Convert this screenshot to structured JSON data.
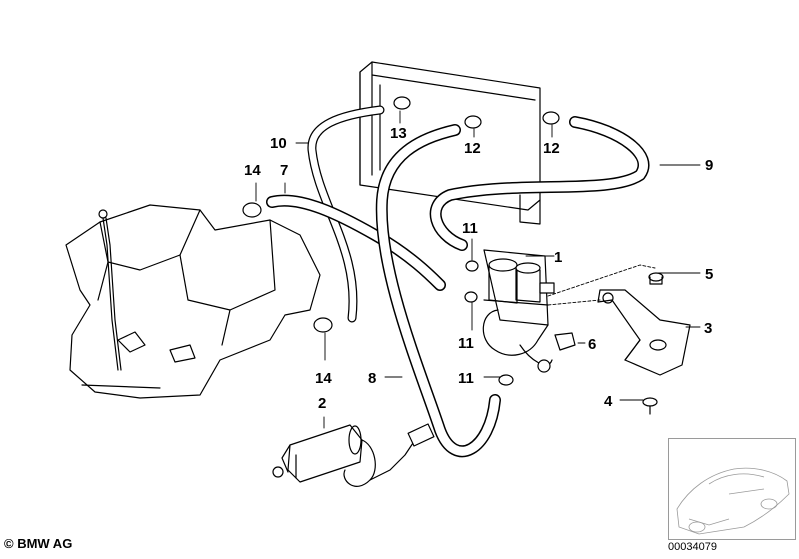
{
  "callouts": {
    "c1": "1",
    "c2": "2",
    "c3": "3",
    "c4": "4",
    "c5": "5",
    "c6": "6",
    "c7": "7",
    "c8": "8",
    "c9": "9",
    "c10": "10",
    "c11a": "11",
    "c11b": "11",
    "c11c": "11",
    "c12a": "12",
    "c12b": "12",
    "c13": "13",
    "c14a": "14",
    "c14b": "14"
  },
  "footer": {
    "copyright": "© BMW AG",
    "diagram_id": "00034079"
  },
  "colors": {
    "line": "#000000",
    "inset_border": "#9a9a9a",
    "fill": "#ffffff"
  }
}
